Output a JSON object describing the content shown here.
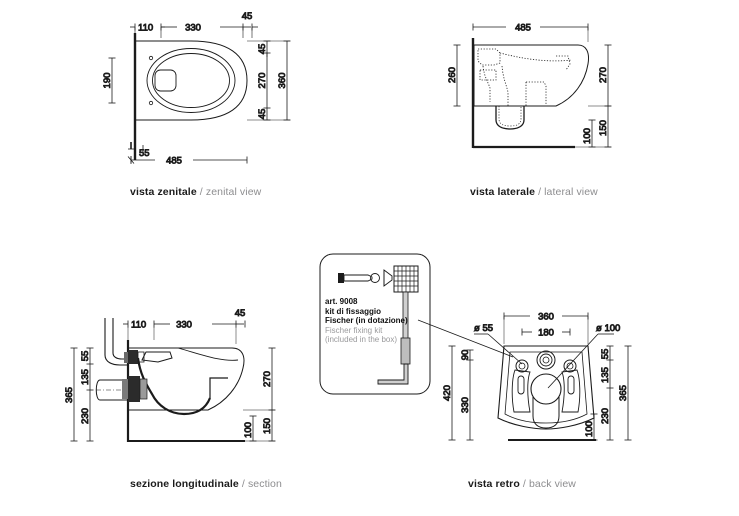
{
  "document": {
    "type": "technical-drawing",
    "subject": "wall-hung WC dimension sheet",
    "units": "mm",
    "line_color": "#1b1b1b",
    "dim_color": "#1b1b1b",
    "caption_it_color": "#1b1b1b",
    "caption_en_color": "#8d8d8f",
    "background": "#ffffff"
  },
  "views": {
    "zenital": {
      "caption_it": "vista zenitale",
      "caption_sep": "/",
      "caption_en": "zenital view",
      "dims": {
        "top_1": "110",
        "top_2": "330",
        "top_3": "45",
        "left_1": "190",
        "right_1": "45",
        "right_2": "270",
        "right_3": "45",
        "right_total": "360",
        "bottom_1": "55",
        "bottom_total": "485"
      }
    },
    "lateral": {
      "caption_it": "vista laterale",
      "caption_sep": "/",
      "caption_en": "lateral view",
      "dims": {
        "top_total": "485",
        "left_1": "260",
        "right_1": "270",
        "right_2": "150",
        "right_3": "100"
      }
    },
    "section": {
      "caption_it": "sezione longitudinale",
      "caption_sep": "/",
      "caption_en": "section",
      "dims": {
        "top_1": "110",
        "top_2": "330",
        "top_3": "45",
        "left_total": "365",
        "left_1": "55",
        "left_2": "135",
        "left_3": "230",
        "right_1": "270",
        "right_2": "150",
        "right_3": "100"
      }
    },
    "back": {
      "caption_it": "vista retro",
      "caption_sep": "/",
      "caption_en": "back view",
      "dims": {
        "top_total": "360",
        "top_inner": "180",
        "label_d55": "ø 55",
        "label_d100": "ø 100",
        "left_total": "420",
        "left_1": "90",
        "left_2": "330",
        "right_1": "55",
        "right_2": "135",
        "right_3": "230",
        "right_total": "365",
        "right_4": "100"
      }
    }
  },
  "fixing_kit": {
    "art_label": "art. 9008",
    "line_it_1": "kit di fissaggio",
    "line_it_2": "Fischer (in dotazione)",
    "line_en_1": "Fischer fixing kit",
    "line_en_2": "(included in the box)"
  }
}
